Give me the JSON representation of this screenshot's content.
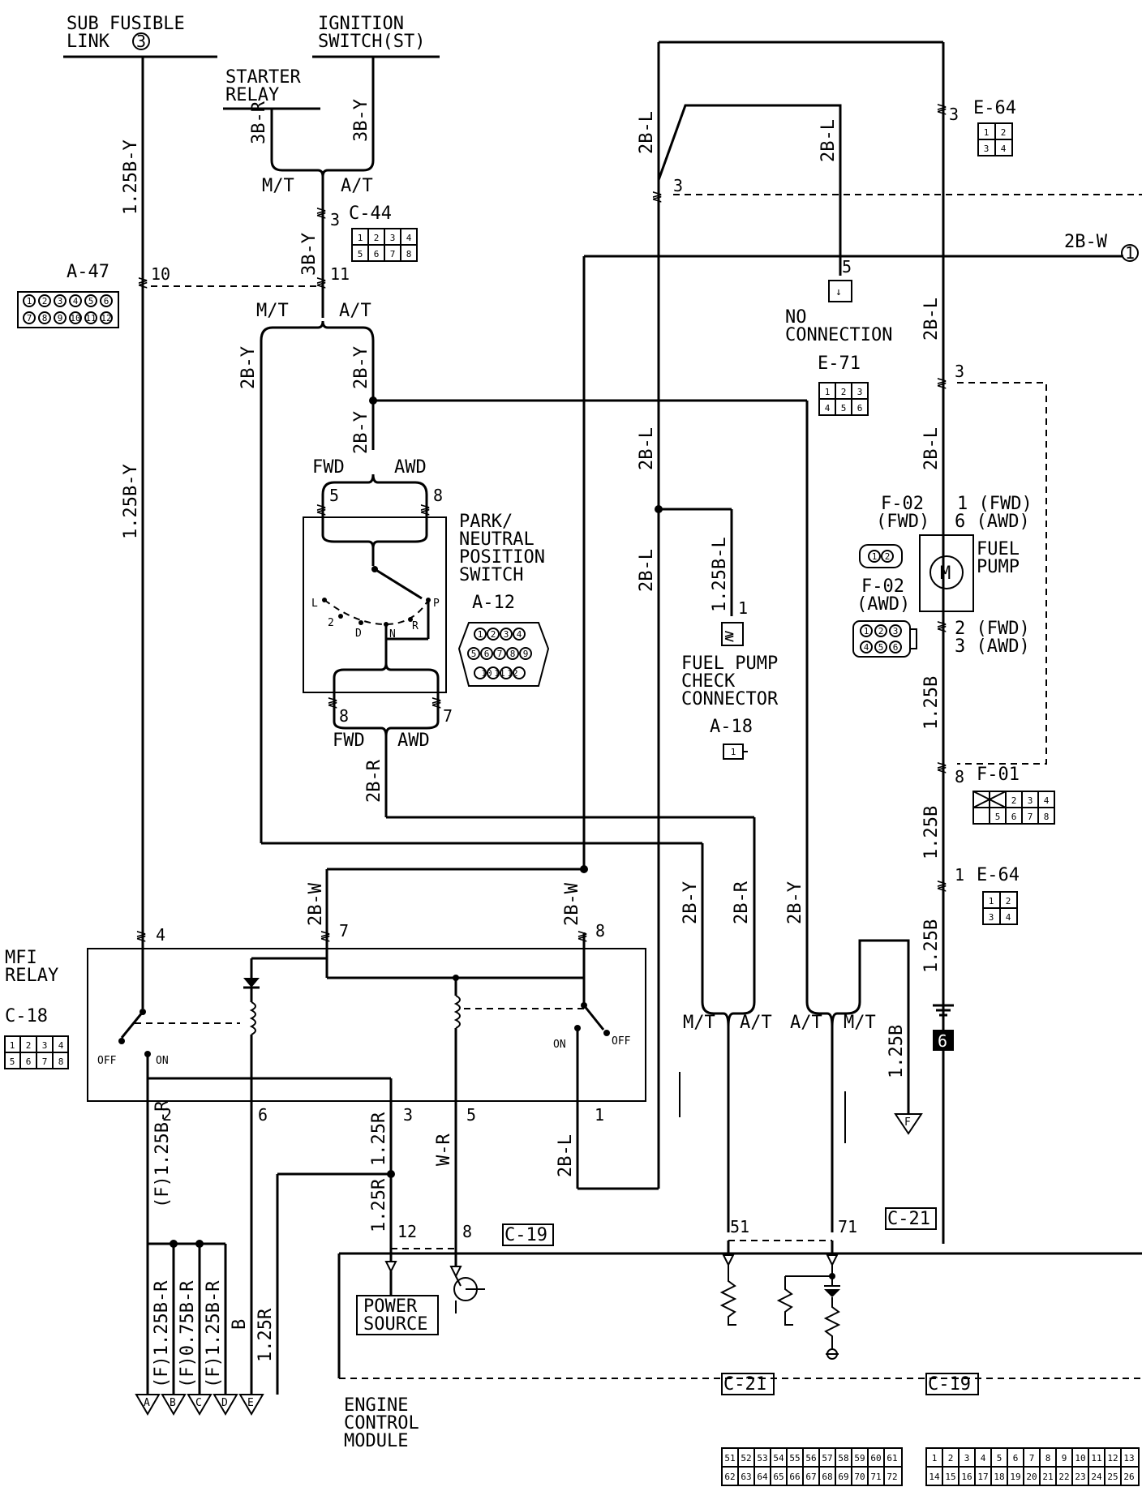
{
  "labels": {
    "sub_fusible_link_line1": "SUB FUSIBLE",
    "sub_fusible_link_line2": "LINK",
    "sub_fusible_link_num": "3",
    "ignition_switch_line1": "IGNITION",
    "ignition_switch_line2": "SWITCH(ST)",
    "starter_relay_line1": "STARTER",
    "starter_relay_line2": "RELAY",
    "mt": "M/T",
    "at": "A/T",
    "fwd": "FWD",
    "awd": "AWD",
    "pn_switch_line1": "PARK/",
    "pn_switch_line2": "NEUTRAL",
    "pn_switch_line3": "POSITION",
    "pn_switch_line4": "SWITCH",
    "pos_L": "L",
    "pos_2": "2",
    "pos_D": "D",
    "pos_N": "N",
    "pos_R": "R",
    "pos_P": "P",
    "no_connection_line1": "NO",
    "no_connection_line2": "CONNECTION",
    "fuel_pump_line1": "FUEL",
    "fuel_pump_line2": "PUMP",
    "fuel_pump_check_line1": "FUEL PUMP",
    "fuel_pump_check_line2": "CHECK",
    "fuel_pump_check_line3": "CONNECTOR",
    "mfi_relay_line1": "MFI",
    "mfi_relay_line2": "RELAY",
    "off": "OFF",
    "on": "ON",
    "power_source_line1": "POWER",
    "power_source_line2": "SOURCE",
    "ecm_line1": "ENGINE",
    "ecm_line2": "CONTROL",
    "ecm_line3": "MODULE",
    "ground_ref": "6",
    "f02_fwd_tag": "(FWD)",
    "f02_awd_tag": "(AWD)",
    "fp_pin1": "1 (FWD)",
    "fp_pin6": "6 (AWD)",
    "fp_pin2": "2 (FWD)",
    "fp_pin3": "3 (AWD)"
  },
  "connectors": {
    "a47": "A-47",
    "c44": "C-44",
    "a12": "A-12",
    "e64": "E-64",
    "e71": "E-71",
    "f02": "F-02",
    "f01": "F-01",
    "a18": "A-18",
    "c18": "C-18",
    "c19": "C-19",
    "c21": "C-21"
  },
  "wires": {
    "w125by": "1.25B-Y",
    "w3br": "3B-R",
    "w3by": "3B-Y",
    "w2by": "2B-Y",
    "w2br": "2B-R",
    "w2bl": "2B-L",
    "w2bw": "2B-W",
    "w125bl": "1.25B-L",
    "w125b": "1.25B",
    "w125r": "1.25R",
    "wwr": "W-R",
    "w125br_f": "(F)1.25B-R",
    "w075br_f": "(F)0.75B-R",
    "wb": "B",
    "ref1": "1",
    "refF": "F"
  },
  "pins": {
    "p1": "1",
    "p2": "2",
    "p3": "3",
    "p4": "4",
    "p5": "5",
    "p6": "6",
    "p7": "7",
    "p8": "8",
    "p10": "10",
    "p11": "11",
    "p12": "12",
    "p51": "51",
    "p71": "71"
  },
  "bottom_terminals": [
    "A",
    "B",
    "C",
    "D",
    "E"
  ],
  "connector_faces": {
    "c44": [
      "1",
      "2",
      "3",
      "4",
      "5",
      "6",
      "7",
      "8"
    ],
    "a47": [
      "1",
      "2",
      "3",
      "4",
      "5",
      "6",
      "7",
      "8",
      "9",
      "10",
      "11",
      "12"
    ],
    "a12": [
      "1",
      "2",
      "3",
      "4",
      "5",
      "6",
      "7",
      "8",
      "9",
      "10",
      "11",
      "12"
    ],
    "e64": [
      "1",
      "2",
      "3",
      "4"
    ],
    "e71": [
      "1",
      "2",
      "3",
      "4",
      "5",
      "6"
    ],
    "f02_fwd": [
      "1",
      "2"
    ],
    "f02_awd": [
      "1",
      "2",
      "3",
      "4",
      "5",
      "6"
    ],
    "f01": [
      "1",
      "2",
      "3",
      "4",
      "5",
      "6",
      "7",
      "8"
    ],
    "c18": [
      "1",
      "2",
      "3",
      "4",
      "5",
      "6",
      "7",
      "8"
    ],
    "a18": [
      "1"
    ],
    "c21_row1": [
      "51",
      "52",
      "53",
      "54",
      "55",
      "56",
      "57",
      "58",
      "59",
      "60",
      "61"
    ],
    "c21_row2": [
      "62",
      "63",
      "64",
      "65",
      "66",
      "67",
      "68",
      "69",
      "70",
      "71",
      "72"
    ],
    "c19_row1": [
      "1",
      "2",
      "3",
      "4",
      "5",
      "6",
      "7",
      "8",
      "9",
      "10",
      "11",
      "12",
      "13"
    ],
    "c19_row2": [
      "14",
      "15",
      "16",
      "17",
      "18",
      "19",
      "20",
      "21",
      "22",
      "23",
      "24",
      "25",
      "26"
    ]
  }
}
